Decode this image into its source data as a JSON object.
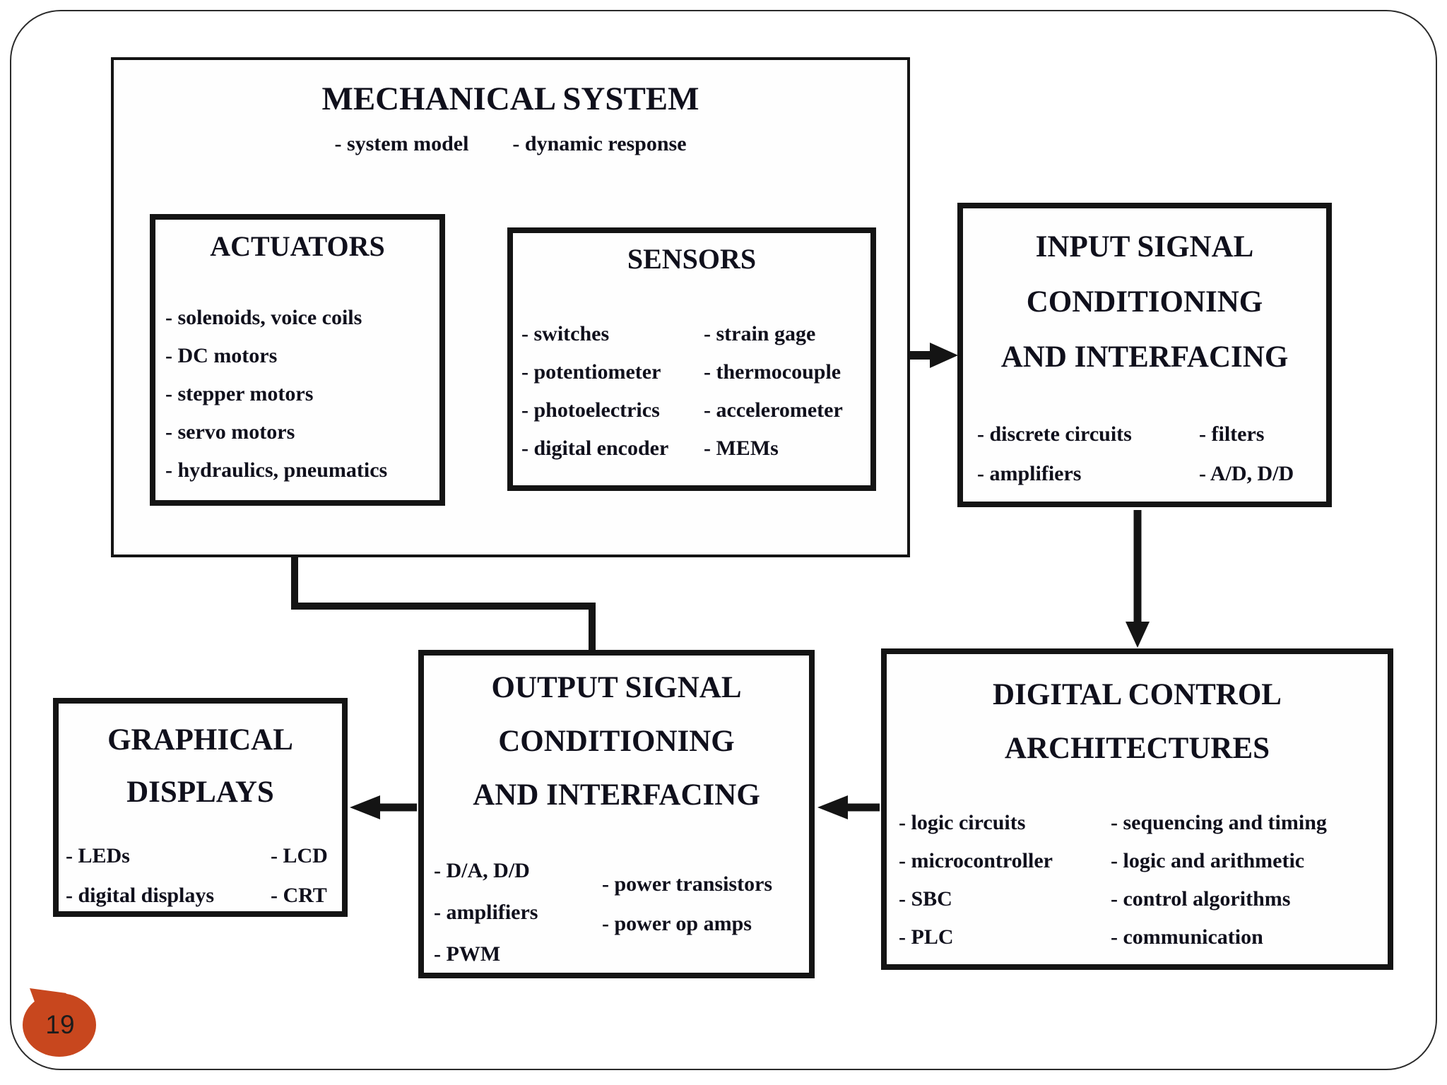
{
  "slide": {
    "page_number": "19",
    "badge_color": "#C8471E",
    "line_color": "#141414"
  },
  "mechanical_system": {
    "title": "MECHANICAL SYSTEM",
    "items": [
      "- system model",
      "- dynamic response"
    ]
  },
  "actuators": {
    "title": "ACTUATORS",
    "items": [
      "- solenoids, voice coils",
      "- DC motors",
      "- stepper motors",
      "- servo motors",
      "- hydraulics, pneumatics"
    ]
  },
  "sensors": {
    "title": "SENSORS",
    "col1": [
      "- switches",
      "- potentiometer",
      "- photoelectrics",
      "- digital encoder"
    ],
    "col2": [
      "- strain gage",
      "- thermocouple",
      "- accelerometer",
      "- MEMs"
    ]
  },
  "input_signal": {
    "title_lines": [
      "INPUT SIGNAL",
      "CONDITIONING",
      "AND INTERFACING"
    ],
    "col1": [
      "- discrete circuits",
      "- amplifiers"
    ],
    "col2": [
      "- filters",
      "- A/D, D/D"
    ]
  },
  "digital_control": {
    "title_lines": [
      "DIGITAL CONTROL",
      "ARCHITECTURES"
    ],
    "col1": [
      "- logic circuits",
      "- microcontroller",
      "- SBC",
      "- PLC"
    ],
    "col2": [
      "- sequencing and timing",
      "- logic and arithmetic",
      "- control algorithms",
      "- communication"
    ]
  },
  "output_signal": {
    "title_lines": [
      "OUTPUT SIGNAL",
      "CONDITIONING",
      "AND INTERFACING"
    ],
    "col1": [
      "- D/A, D/D",
      "- amplifiers",
      "- PWM"
    ],
    "col2": [
      "- power transistors",
      "- power op amps"
    ]
  },
  "graphical_displays": {
    "title_lines": [
      "GRAPHICAL",
      "DISPLAYS"
    ],
    "col1": [
      "- LEDs",
      "- digital displays"
    ],
    "col2": [
      "- LCD",
      "- CRT"
    ]
  }
}
